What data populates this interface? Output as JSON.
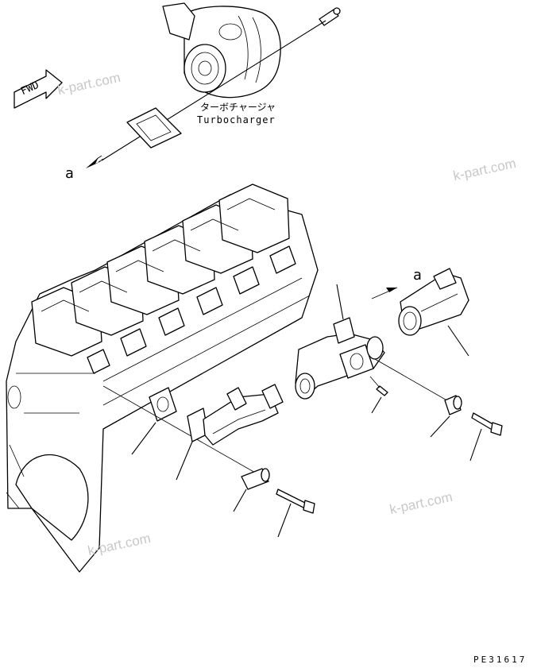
{
  "labels": {
    "turbo_jp": "ターボチャージャ",
    "turbo_en": "Turbocharger",
    "ref_a_top": "a",
    "ref_a_right": "a",
    "fwd": "FWD",
    "figure_code": "PE31617"
  },
  "watermarks": [
    "k-part.com",
    "k-part.com",
    "k-part.com",
    "k-part.com"
  ],
  "colors": {
    "line": "#000000",
    "watermark": "#c8c8c8",
    "background": "#ffffff"
  }
}
